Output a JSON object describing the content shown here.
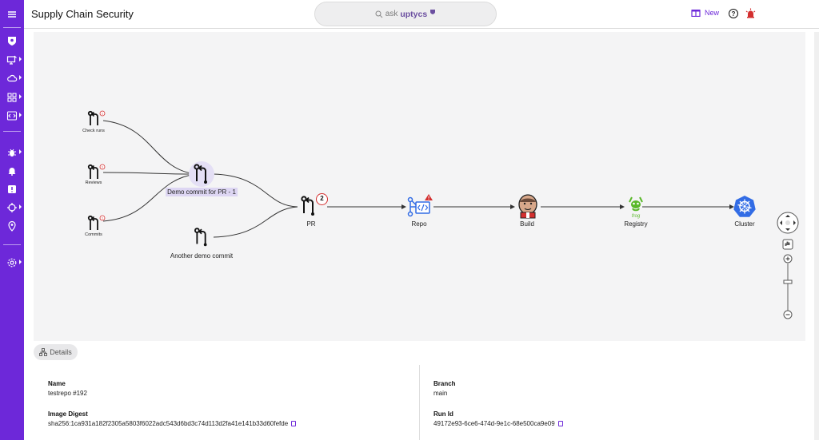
{
  "header": {
    "title": "Supply Chain Security",
    "search": {
      "prefix": "ask",
      "brand": "uptycs"
    },
    "new_label": "New"
  },
  "sidebar": {
    "items": [
      {
        "icon": "hamburger-menu-icon"
      },
      {
        "icon": "shield-logo-icon"
      },
      {
        "icon": "endpoint-icon"
      },
      {
        "icon": "cloud-icon"
      },
      {
        "icon": "apps-grid-icon"
      },
      {
        "icon": "code-icon"
      },
      {
        "icon": "bug-icon"
      },
      {
        "icon": "bell-icon"
      },
      {
        "icon": "alert-badge-icon"
      },
      {
        "icon": "target-icon"
      },
      {
        "icon": "location-icon"
      },
      {
        "icon": "settings-icon"
      }
    ]
  },
  "graph": {
    "nodes": {
      "check_runs": "Check runs",
      "reviews": "Reviews",
      "commits": "Commits",
      "demo_commit": "Demo commit for PR - 1",
      "another_commit": "Another demo commit",
      "pr": "PR",
      "pr_count": "2",
      "repo": "Repo",
      "build": "Build",
      "registry": "Registry",
      "cluster": "Cluster"
    },
    "colors": {
      "accent": "#6d28d9",
      "alert": "#d32f2f",
      "kube": "#326ce5",
      "registry": "#5ab82a"
    }
  },
  "details": {
    "tab_label": "Details",
    "name_label": "Name",
    "name_value": "testrepo #192",
    "digest_label": "Image Digest",
    "digest_value": "sha256:1ca931a182f2305a5803f6022adc543d6bd3c74d113d2fa41e141b33d60fefde",
    "branch_label": "Branch",
    "branch_value": "main",
    "run_label": "Run Id",
    "run_value": "49172e93-6ce6-474d-9e1c-68e500ca9e09"
  }
}
